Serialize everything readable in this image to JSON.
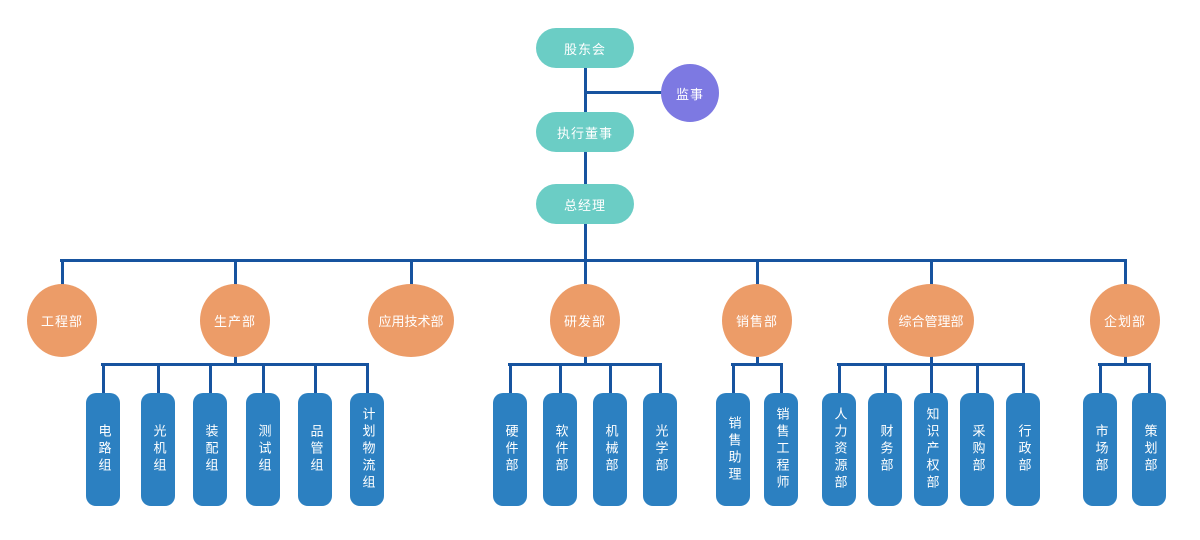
{
  "colors": {
    "executive_fill": "#6bcdc5",
    "supervisor_fill": "#7d79e2",
    "department_fill": "#ec9c68",
    "team_fill": "#2c80c1",
    "connector": "#17539f",
    "text": "#ffffff",
    "background": "#ffffff"
  },
  "top_chain": [
    {
      "label": "股东会"
    },
    {
      "label": "执行董事"
    },
    {
      "label": "总经理"
    }
  ],
  "supervisor": {
    "label": "监事"
  },
  "departments": [
    {
      "label": "工程部",
      "children": []
    },
    {
      "label": "生产部",
      "children": [
        "电路组",
        "光机组",
        "装配组",
        "测试组",
        "品管组",
        "计划物流组"
      ]
    },
    {
      "label": "应用技术部",
      "children": []
    },
    {
      "label": "研发部",
      "children": [
        "硬件部",
        "软件部",
        "机械部",
        "光学部"
      ]
    },
    {
      "label": "销售部",
      "children": [
        "销售助理",
        "销售工程师"
      ]
    },
    {
      "label": "综合管理部",
      "children": [
        "人力资源部",
        "财务部",
        "知识产权部",
        "采购部",
        "行政部"
      ]
    },
    {
      "label": "企划部",
      "children": [
        "市场部",
        "策划部"
      ]
    }
  ]
}
